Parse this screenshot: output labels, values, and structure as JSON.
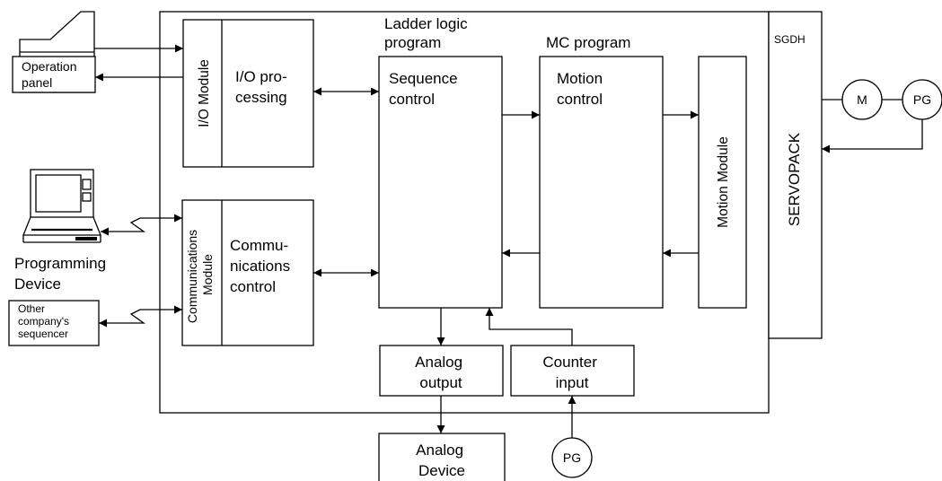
{
  "labels": {
    "operation_panel": [
      "Operation",
      "panel"
    ],
    "programming_device": [
      "Programming",
      "Device"
    ],
    "other_sequencer": [
      "Other",
      "company's",
      "sequencer"
    ],
    "io_module": "I/O Module",
    "io_processing": [
      "I/O pro-",
      "cessing"
    ],
    "comm_module": [
      "Communications",
      "Module"
    ],
    "comm_control": [
      "Commu-",
      "nications",
      "control"
    ],
    "ladder_program": [
      "Ladder logic",
      "program"
    ],
    "sequence_control": [
      "Sequence",
      "control"
    ],
    "mc_program": "MC program",
    "motion_control": [
      "Motion",
      "control"
    ],
    "motion_module": "Motion Module",
    "sgdh": "SGDH",
    "servopack": "SERVOPACK",
    "motor": "M",
    "pg_servo": "PG",
    "analog_output": [
      "Analog",
      "output"
    ],
    "counter_input": [
      "Counter",
      "input"
    ],
    "analog_device": [
      "Analog",
      "Device"
    ],
    "pg_counter": "PG"
  },
  "colors": {
    "line": "#000000",
    "background": "#ffffff"
  }
}
